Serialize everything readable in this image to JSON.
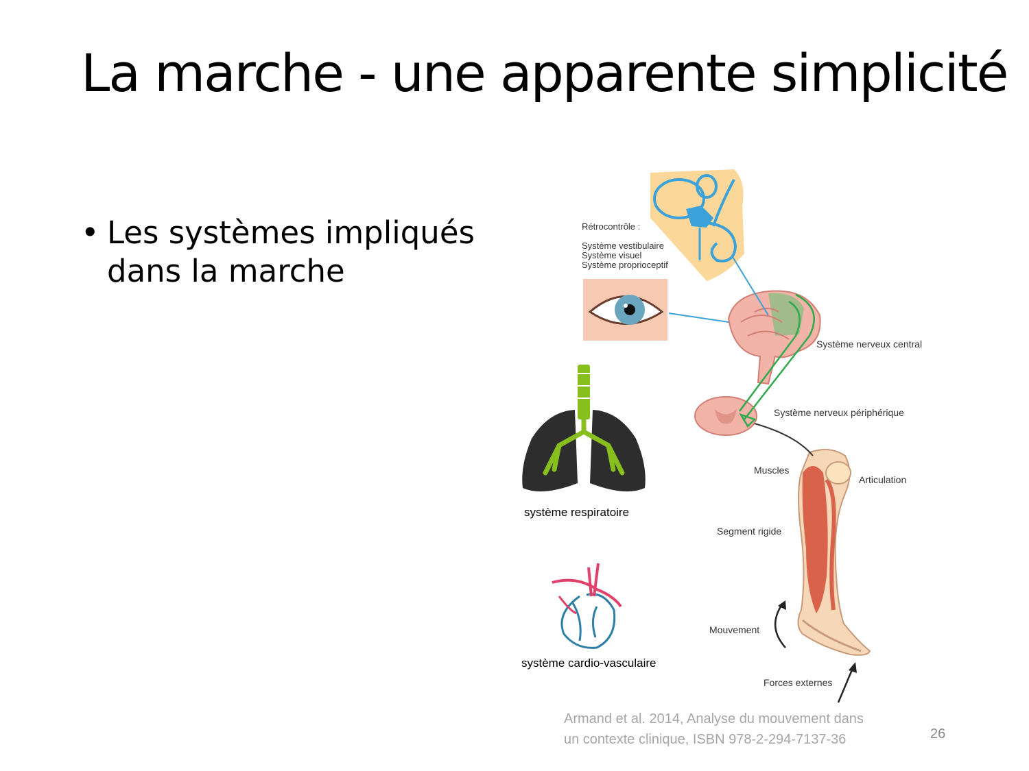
{
  "slide": {
    "title": "La marche  - une apparente simplicité",
    "bullet": "Les systèmes impliqués dans la marche",
    "page_number": "26"
  },
  "figure": {
    "feedback_title": "Rétrocontrôle :",
    "feedback_items": [
      "Système vestibulaire",
      "Système visuel",
      "Système proprioceptif"
    ],
    "cns": "Système nerveux central",
    "pns": "Système nerveux périphérique",
    "muscles": "Muscles",
    "joint": "Articulation",
    "segment": "Segment rigide",
    "movement": "Mouvement",
    "forces": "Forces externes",
    "respiratory": "système respiratoire",
    "cardio": "système cardio-vasculaire"
  },
  "citation": {
    "line1": "Armand et al. 2014, Analyse du mouvement dans",
    "line2": "un contexte clinique, ISBN 978-2-294-7137-36"
  },
  "colors": {
    "ear_bg": "#fbd79a",
    "labyrinth": "#3aa2d8",
    "brain": "#f2b3a8",
    "nerve": "#2eaa4c",
    "lungs": "#2d2d2d",
    "bronchi": "#86bf1e",
    "muscle": "#d9624a",
    "heart_red": "#e0416a",
    "heart_blue": "#2e7fa8"
  }
}
